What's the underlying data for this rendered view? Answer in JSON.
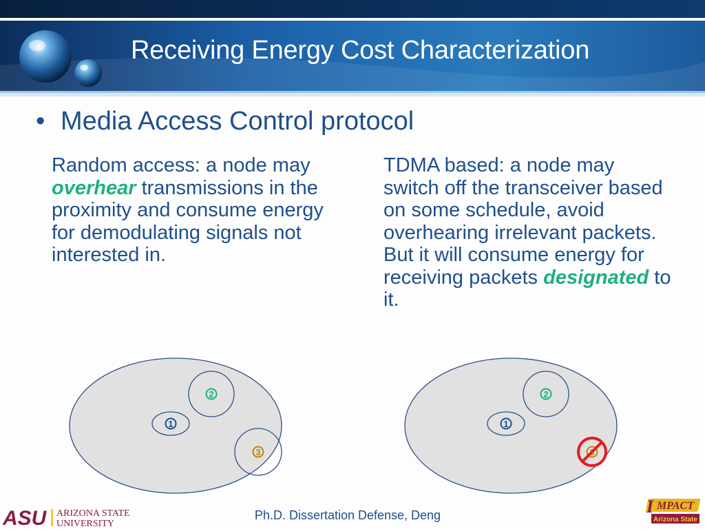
{
  "slide": {
    "title": "Receiving Energy Cost Characterization",
    "bullet": "Media Access Control protocol",
    "left_paragraph": {
      "part1": "Random access: a node may ",
      "emphasis": "overhear",
      "part2": " transmissions in the proximity and consume energy for demodulating signals not interested in."
    },
    "right_paragraph": {
      "part1": "TDMA based: a node may switch off the transceiver based on some schedule, avoid overhearing irrelevant packets. But it will consume energy for receiving packets ",
      "emphasis": "designated",
      "part2": " to it."
    },
    "footer": "Ph.D. Dissertation Defense, Deng"
  },
  "diagrams": {
    "left": {
      "nodes": [
        {
          "label": "1",
          "color": "#1f4f8c"
        },
        {
          "label": "2",
          "color": "#1fb07a"
        },
        {
          "label": "3",
          "color": "#b8860b"
        }
      ]
    },
    "right": {
      "nodes": [
        {
          "label": "1",
          "color": "#1f4f8c"
        },
        {
          "label": "2",
          "color": "#1fb07a"
        },
        {
          "label": "3",
          "color": "#b8860b"
        }
      ],
      "crossed_node": "3"
    }
  },
  "logos": {
    "asu_short": "ASU",
    "asu_line1": "ARIZONA STATE",
    "asu_line2": "UNIVERSITY",
    "impact_word": "MPACT",
    "impact_initial": "I",
    "impact_sub": "Arizona State"
  },
  "colors": {
    "header_dark": "#0d2d5c",
    "header_mid": "#2a7bbd",
    "text_blue": "#1f4f8c",
    "emphasis_green": "#1fb07a",
    "ellipse_fill": "#e1e1e1",
    "outline": "#2b4f86",
    "cross_red": "#e31b23",
    "asu_maroon": "#8c1d40",
    "asu_gold": "#ffc627"
  }
}
